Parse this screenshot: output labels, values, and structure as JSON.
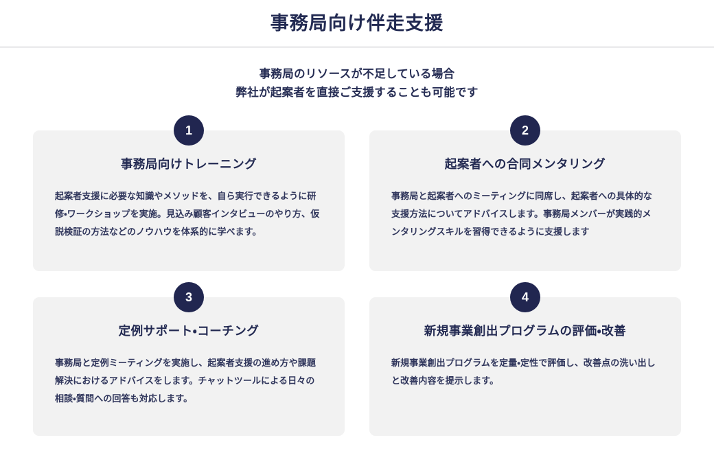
{
  "header": {
    "title": "事務局向け伴走支援"
  },
  "subtitle": {
    "line1": "事務局のリソースが不足している場合",
    "line2": "弊社が起案者を直接ご支援することも可能です"
  },
  "colors": {
    "badge_navy": "#212650",
    "title_navy": "#222a52",
    "card_bg": "#f2f2f2",
    "divider": "#b9b9bd",
    "page_bg": "#ffffff"
  },
  "cards": [
    {
      "number": "1",
      "heading": "事務局向けトレーニング",
      "body": "起案者支援に必要な知識やメソッドを、自ら実行できるように研修・ワークショップを実施。見込み顧客インタビューのやり方、仮説検証の方法などのノウハウを体系的に学べます。"
    },
    {
      "number": "2",
      "heading": "起案者への合同メンタリング",
      "body": "事務局と起案者へのミーティングに同席し、起案者への具体的な支援方法についてアドバイスします。事務局メンバーが実践的メンタリングスキルを習得できるように支援します"
    },
    {
      "number": "3",
      "heading": "定例サポート・コーチング",
      "body": "事務局と定例ミーティングを実施し、起案者支援の進め方や課題解決におけるアドバイスをします。チャットツールによる日々の相談・質問への回答も対応します。"
    },
    {
      "number": "4",
      "heading": "新規事業創出プログラムの評価・改善",
      "body": "新規事業創出プログラムを定量・定性で評価し、改善点の洗い出しと改善内容を提示します。"
    }
  ]
}
